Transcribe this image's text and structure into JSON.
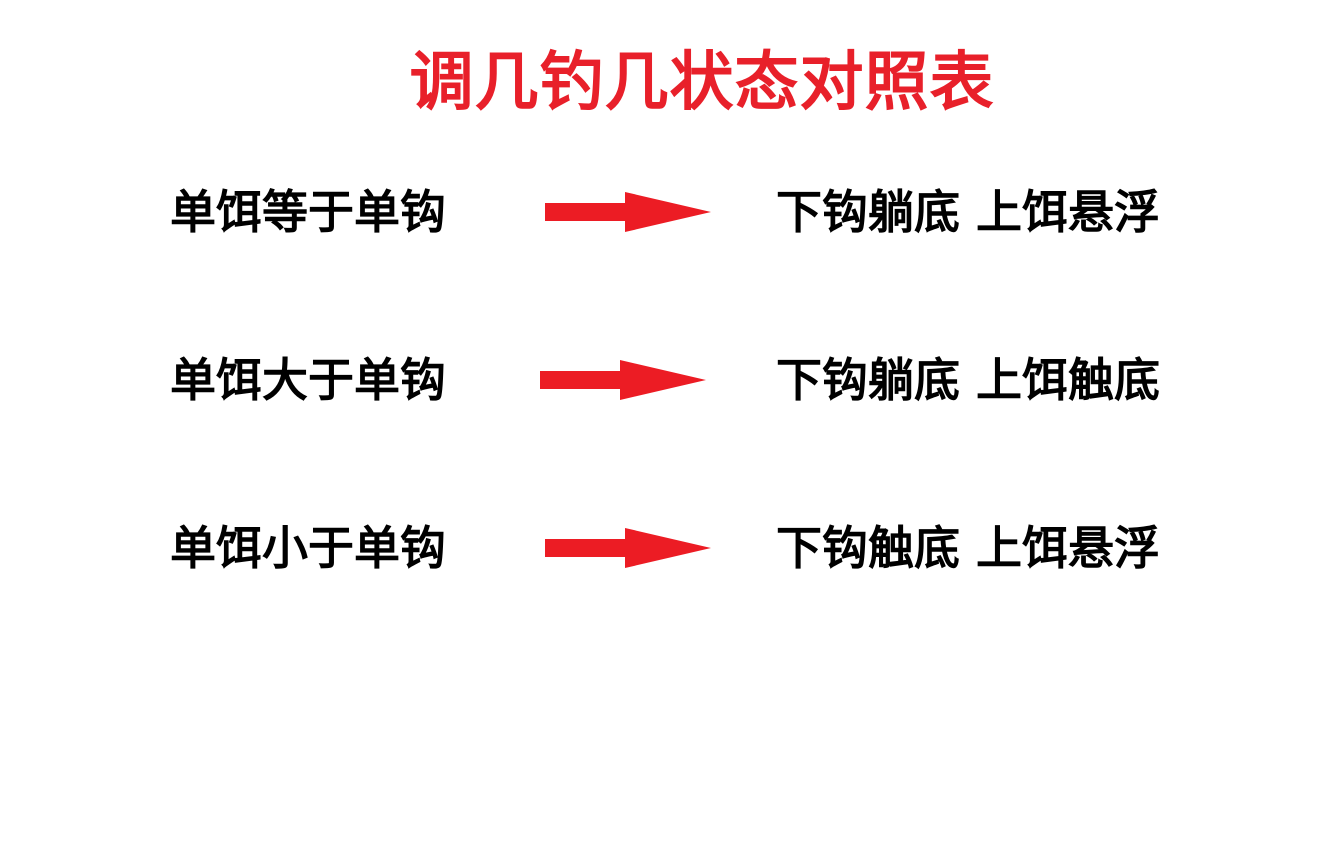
{
  "title": "调几钓几状态对照表",
  "colors": {
    "title": "#e8202a",
    "arrow": "#ec1c24",
    "text": "#000000",
    "background": "#ffffff"
  },
  "rows": [
    {
      "condition": "单饵等于单钩",
      "result": "下钩躺底 上饵悬浮",
      "icon": "right-arrow-icon"
    },
    {
      "condition": "单饵大于单钩",
      "result": "下钩躺底 上饵触底",
      "icon": "right-arrow-icon"
    },
    {
      "condition": "单饵小于单钩",
      "result": "下钩触底 上饵悬浮",
      "icon": "right-arrow-icon"
    }
  ]
}
